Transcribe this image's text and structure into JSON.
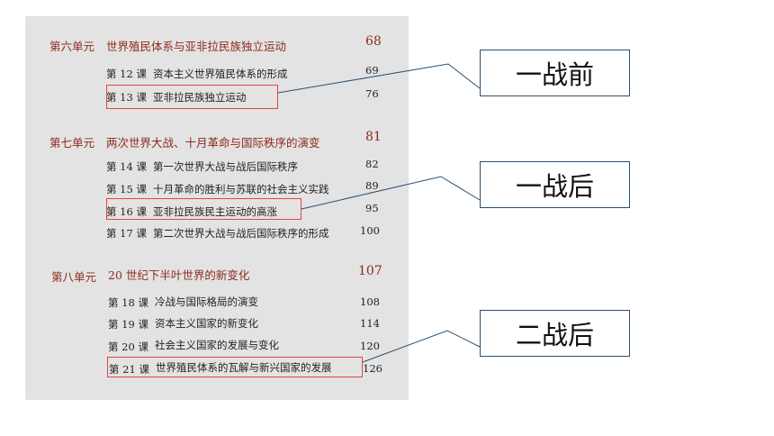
{
  "toc": {
    "units": [
      {
        "label": "第六单元",
        "title": "世界殖民体系与亚非拉民族独立运动",
        "page": "68"
      },
      {
        "label": "第七单元",
        "title": "两次世界大战、十月革命与国际秩序的演变",
        "page": "81"
      },
      {
        "label": "第八单元",
        "title": "20 世纪下半叶世界的新变化",
        "page": "107"
      }
    ],
    "lessons": [
      {
        "num": "第 12 课",
        "title": "资本主义世界殖民体系的形成",
        "page": "69"
      },
      {
        "num": "第 13 课",
        "title": "亚非拉民族独立运动",
        "page": "76"
      },
      {
        "num": "第 14 课",
        "title": "第一次世界大战与战后国际秩序",
        "page": "82"
      },
      {
        "num": "第 15 课",
        "title": "十月革命的胜利与苏联的社会主义实践",
        "page": "89"
      },
      {
        "num": "第 16 课",
        "title": "亚非拉民族民主运动的高涨",
        "page": "95"
      },
      {
        "num": "第 17 课",
        "title": "第二次世界大战与战后国际秩序的形成",
        "page": "100"
      },
      {
        "num": "第 18 课",
        "title": "冷战与国际格局的演变",
        "page": "108"
      },
      {
        "num": "第 19 课",
        "title": "资本主义国家的新变化",
        "page": "114"
      },
      {
        "num": "第 20 课",
        "title": "社会主义国家的发展与变化",
        "page": "120"
      },
      {
        "num": "第 21 课",
        "title": "世界殖民体系的瓦解与新兴国家的发展",
        "page": "126"
      }
    ]
  },
  "callouts": [
    {
      "text": "一战前"
    },
    {
      "text": "一战后"
    },
    {
      "text": "二战后"
    }
  ],
  "colors": {
    "unit_text": "#8e2a1e",
    "highlight": "#e0464a",
    "callout_border": "#2c4f6e"
  }
}
